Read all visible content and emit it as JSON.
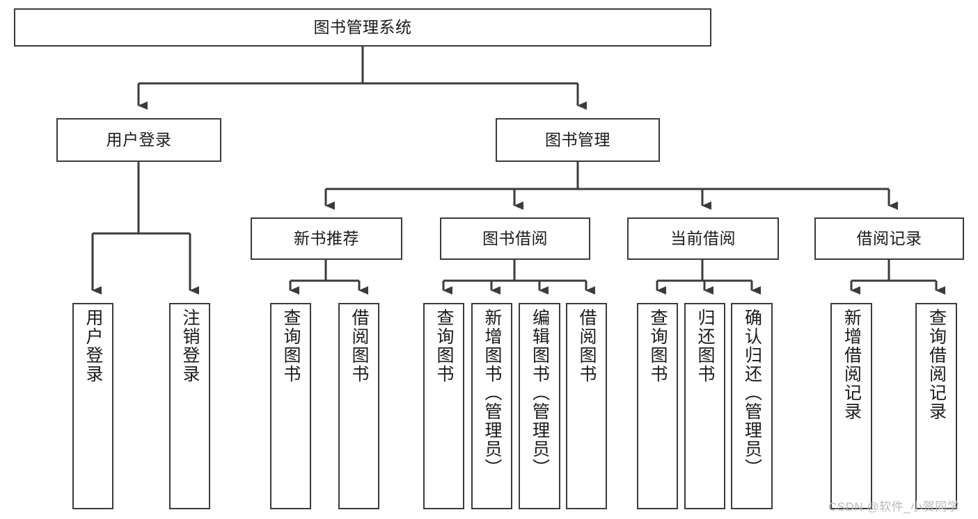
{
  "diagram": {
    "type": "hierarchy-tree",
    "title": "图书管理系统",
    "root": {
      "id": "root",
      "label": "图书管理系统"
    },
    "level1": [
      {
        "id": "user-login",
        "label": "用户登录"
      },
      {
        "id": "book-management",
        "label": "图书管理"
      }
    ],
    "level2": [
      {
        "id": "new-book-recommend",
        "label": "新书推荐",
        "parent": "book-management"
      },
      {
        "id": "book-borrow",
        "label": "图书借阅",
        "parent": "book-management"
      },
      {
        "id": "current-borrow",
        "label": "当前借阅",
        "parent": "book-management"
      },
      {
        "id": "borrow-record",
        "label": "借阅记录",
        "parent": "book-management"
      }
    ],
    "leaves": [
      {
        "id": "leaf-user-login",
        "label": "用户登录",
        "parent": "user-login"
      },
      {
        "id": "leaf-logout-login",
        "label": "注销登录",
        "parent": "user-login"
      },
      {
        "id": "leaf-query-book-1",
        "label": "查询图书",
        "parent": "new-book-recommend"
      },
      {
        "id": "leaf-borrow-book-1",
        "label": "借阅图书",
        "parent": "new-book-recommend"
      },
      {
        "id": "leaf-query-book-2",
        "label": "查询图书",
        "parent": "book-borrow"
      },
      {
        "id": "leaf-add-book",
        "label": "新增图书（管理员）",
        "parent": "book-borrow"
      },
      {
        "id": "leaf-edit-book",
        "label": "编辑图书（管理员）",
        "parent": "book-borrow"
      },
      {
        "id": "leaf-borrow-book-2",
        "label": "借阅图书",
        "parent": "book-borrow"
      },
      {
        "id": "leaf-query-book-3",
        "label": "查询图书",
        "parent": "current-borrow"
      },
      {
        "id": "leaf-return-book",
        "label": "归还图书",
        "parent": "current-borrow"
      },
      {
        "id": "leaf-confirm-return",
        "label": "确认归还（管理员）",
        "parent": "current-borrow"
      },
      {
        "id": "leaf-add-record",
        "label": "新增借阅记录",
        "parent": "borrow-record"
      },
      {
        "id": "leaf-query-record",
        "label": "查询借阅记录",
        "parent": "borrow-record"
      }
    ],
    "colors": {
      "stroke": "#3b3b3b",
      "fill": "#ffffff",
      "text": "#1a1a1a",
      "watermark": "#b9b9b9"
    }
  },
  "watermark": {
    "text": "CSDN @软件_小贺同学"
  }
}
